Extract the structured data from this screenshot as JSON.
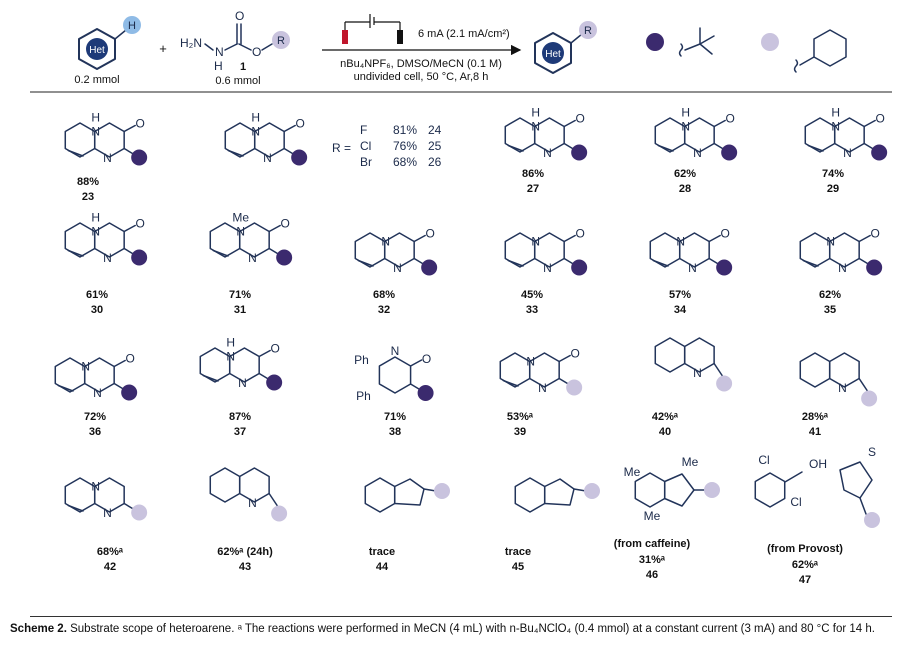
{
  "header": {
    "het_label": "Het",
    "h_label": "H",
    "plus": "+",
    "reagent_amount_1": "0.2 mmol",
    "reagent_amount_2": "0.6 mmol",
    "reagent_number": "1",
    "reagent_r": "R",
    "current": "6 mA (2.1 mA/cm²)",
    "solvent": "nBu₄NPF₆, DMSO/MeCN (0.1 M)",
    "conditions": "undivided cell, 50 °C, Ar,8 h",
    "product_het": "Het",
    "product_r": "R",
    "dark_color": "#3b2a6e",
    "light_color": "#c9c3de"
  },
  "r_table": {
    "prefix": "R =",
    "rows": [
      {
        "sub": "F",
        "yield": "81%",
        "num": "24"
      },
      {
        "sub": "Cl",
        "yield": "76%",
        "num": "25"
      },
      {
        "sub": "Br",
        "yield": "68%",
        "num": "26"
      }
    ]
  },
  "compounds": [
    {
      "yield": "88%",
      "num": "23"
    },
    {
      "yield": "86%",
      "num": "27"
    },
    {
      "yield": "62%",
      "num": "28"
    },
    {
      "yield": "74%",
      "num": "29"
    },
    {
      "yield": "61%",
      "num": "30"
    },
    {
      "yield": "71%",
      "num": "31"
    },
    {
      "yield": "68%",
      "num": "32"
    },
    {
      "yield": "45%",
      "num": "33"
    },
    {
      "yield": "57%",
      "num": "34"
    },
    {
      "yield": "62%",
      "num": "35"
    },
    {
      "yield": "72%",
      "num": "36"
    },
    {
      "yield": "87%",
      "num": "37"
    },
    {
      "yield": "71%",
      "num": "38"
    },
    {
      "yield": "53%ᵃ",
      "num": "39"
    },
    {
      "yield": "42%ᵃ",
      "num": "40"
    },
    {
      "yield": "28%ᵃ",
      "num": "41"
    },
    {
      "yield": "68%ᵃ",
      "num": "42"
    },
    {
      "yield": "62%ᵃ (24h)",
      "num": "43"
    },
    {
      "yield": "trace",
      "num": "44"
    },
    {
      "yield": "trace",
      "num": "45"
    },
    {
      "yield": "31%ᵃ",
      "num": "46",
      "note": "(from caffeine)"
    },
    {
      "yield": "62%ᵃ",
      "num": "47",
      "note": "(from Provost)"
    }
  ],
  "caption": {
    "label": "Scheme 2.",
    "text": " Substrate scope of heteroarene. ᵃ The reactions were performed in MeCN (4 mL) with n-Bu₄NClO₄ (0.4 mmol)  at a constant current (3 mA) and 80 °C for 14 h."
  }
}
